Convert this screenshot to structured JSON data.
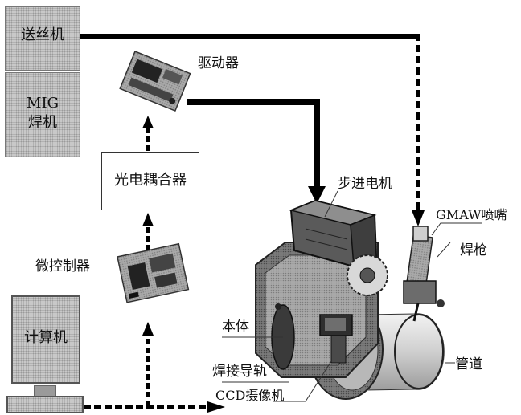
{
  "diagram": {
    "labels": {
      "wire_feeder": "送丝机",
      "mig_line1": "MIG",
      "mig_line2": "焊机",
      "driver": "驱动器",
      "optocoupler": "光电耦合器",
      "microcontroller": "微控制器",
      "computer": "计算机",
      "stepper_motor": "步进电机",
      "gmaw_nozzle": "GMAW喷嘴",
      "welding_torch": "焊枪",
      "body": "本体",
      "welding_rail": "焊接导轨",
      "ccd_camera": "CCD摄像机",
      "pipe": "管道"
    },
    "colors": {
      "box_gray": "#c9c9c9",
      "arrow": "#000000",
      "machine": "#6a6a6a",
      "pipe": "#d6d6d6"
    }
  }
}
